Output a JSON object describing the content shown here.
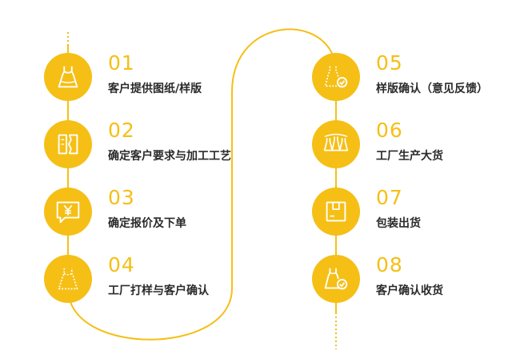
{
  "colors": {
    "accent": "#f5bf16",
    "number_text": "#f5bf16",
    "connector": "#f5bf16",
    "icon": "#ffffff",
    "label": "#2a2a2a"
  },
  "steps": [
    {
      "number": "01",
      "label": "客户提供图纸/样版",
      "icon": "dress-icon"
    },
    {
      "number": "02",
      "label": "确定客户要求与加工工艺",
      "icon": "sketch-document-icon"
    },
    {
      "number": "03",
      "label": "确定报价及下单",
      "icon": "yuan-quote-icon"
    },
    {
      "number": "04",
      "label": "工厂打样与客户确认",
      "icon": "dress-outline-icon"
    },
    {
      "number": "05",
      "label": "样版确认（意见反馈）",
      "icon": "dress-check-icon"
    },
    {
      "number": "06",
      "label": "工厂生产大货",
      "icon": "garments-icon"
    },
    {
      "number": "07",
      "label": "包装出货",
      "icon": "package-box-icon"
    },
    {
      "number": "08",
      "label": "客户确认收货",
      "icon": "dress-check-icon"
    }
  ]
}
